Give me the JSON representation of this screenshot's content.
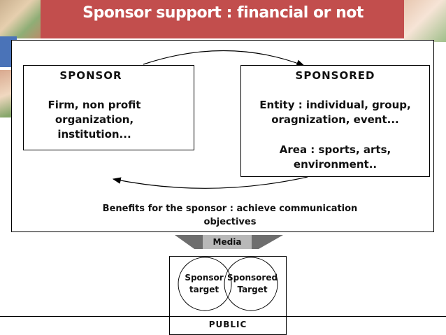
{
  "title": "Sponsor support : financial or not",
  "sponsor": {
    "heading": "SPONSOR",
    "lines": [
      "Firm, non profit",
      "organization,",
      "institution..."
    ]
  },
  "sponsored": {
    "heading": "SPONSORED",
    "entity_lines": [
      "Entity : individual, group,",
      "oragnization, event..."
    ],
    "area_lines": [
      "Area : sports, arts,",
      "environment.."
    ]
  },
  "benefits_lines": [
    "Benefits for the sponsor : achieve communication",
    "objectives"
  ],
  "media_label": "Media",
  "venn": {
    "left_lines": [
      "Sponsor",
      "target"
    ],
    "right_lines": [
      "Sponsored",
      "Target"
    ]
  },
  "public_label": "PUBLIC"
}
